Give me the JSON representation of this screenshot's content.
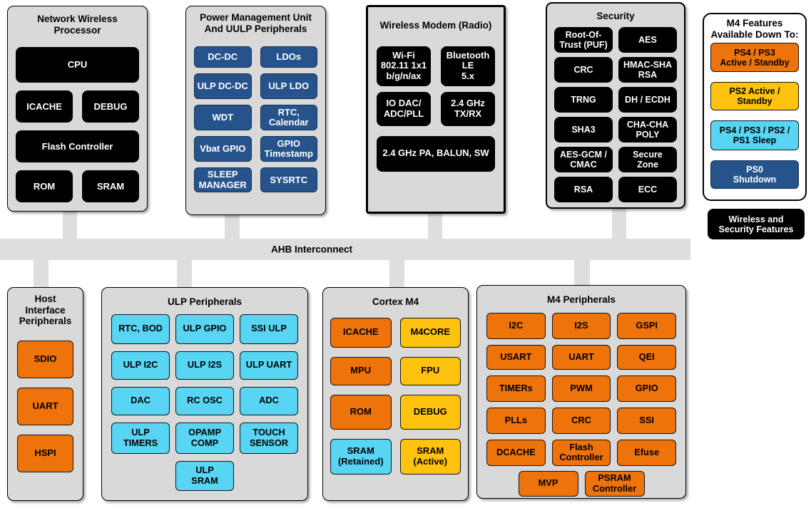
{
  "colors": {
    "container_gray": "#D9D9D9",
    "bar_gray": "#DEDEDE",
    "block_black": "#000000",
    "blue": "#26538C",
    "orange": "#ED730A",
    "yellow": "#FFC20E",
    "cyan": "#58D5F2"
  },
  "ahb": {
    "label": "AHB Interconnect"
  },
  "note": {
    "label": "Wireless and\nSecurity Features"
  },
  "legend": {
    "title": "M4 Features\nAvailable Down To:",
    "items": [
      {
        "label": "PS4 / PS3\nActive / Standby",
        "color": "orange"
      },
      {
        "label": "PS2 Active /\nStandby",
        "color": "yellow"
      },
      {
        "label": "PS4 / PS3 / PS2 /\nPS1 Sleep",
        "color": "cyan"
      },
      {
        "label": "PS0\nShutdown",
        "color": "blue"
      }
    ]
  },
  "sections": {
    "nwp": {
      "title": "Network Wireless\nProcessor",
      "items": [
        "CPU",
        "ICACHE",
        "DEBUG",
        "Flash Controller",
        "ROM",
        "SRAM"
      ]
    },
    "pmu": {
      "title": "Power Management Unit\nAnd UULP Peripherals",
      "items": [
        "DC-DC",
        "LDOs",
        "ULP DC-DC",
        "ULP LDO",
        "WDT",
        "RTC,\nCalendar",
        "Vbat GPIO",
        "GPIO\nTimestamp",
        "SLEEP\nMANAGER",
        "SYSRTC"
      ]
    },
    "modem": {
      "title": "Wireless Modem (Radio)",
      "items": [
        "Wi-Fi\n802.11 1x1\nb/g/n/ax",
        "Bluetooth\nLE\n5.x",
        "IO DAC/\nADC/PLL",
        "2.4 GHz\nTX/RX",
        "2.4 GHz PA, BALUN, SW"
      ]
    },
    "security": {
      "title": "Security",
      "items": [
        "Root-Of-\nTrust (PUF)",
        "AES",
        "CRC",
        "HMAC-SHA\nRSA",
        "TRNG",
        "DH / ECDH",
        "SHA3",
        "CHA-CHA\nPOLY",
        "AES-GCM /\nCMAC",
        "Secure\nZone",
        "RSA",
        "ECC"
      ]
    },
    "host": {
      "title": "Host Interface\nPeripherals",
      "items": [
        "SDIO",
        "UART",
        "HSPI"
      ]
    },
    "ulp": {
      "title": "ULP Peripherals",
      "items": [
        "RTC, BOD",
        "ULP GPIO",
        "SSI ULP",
        "ULP I2C",
        "ULP I2S",
        "ULP UART",
        "DAC",
        "RC OSC",
        "ADC",
        "ULP\nTIMERS",
        "OPAMP\nCOMP",
        "TOUCH\nSENSOR",
        "ULP\nSRAM"
      ]
    },
    "cortex": {
      "title": "Cortex M4",
      "items": [
        {
          "label": "ICACHE",
          "color": "orange"
        },
        {
          "label": "M4CORE",
          "color": "yellow"
        },
        {
          "label": "MPU",
          "color": "orange"
        },
        {
          "label": "FPU",
          "color": "yellow"
        },
        {
          "label": "ROM",
          "color": "orange"
        },
        {
          "label": "DEBUG",
          "color": "yellow"
        },
        {
          "label": "SRAM\n(Retained)",
          "color": "cyan"
        },
        {
          "label": "SRAM\n(Active)",
          "color": "yellow"
        }
      ]
    },
    "m4p": {
      "title": "M4 Peripherals",
      "items": [
        "I2C",
        "I2S",
        "GSPI",
        "USART",
        "UART",
        "QEI",
        "TIMERs",
        "PWM",
        "GPIO",
        "PLLs",
        "CRC",
        "SSI",
        "DCACHE",
        "Flash\nController",
        "Efuse",
        "MVP",
        "PSRAM\nController"
      ]
    }
  }
}
